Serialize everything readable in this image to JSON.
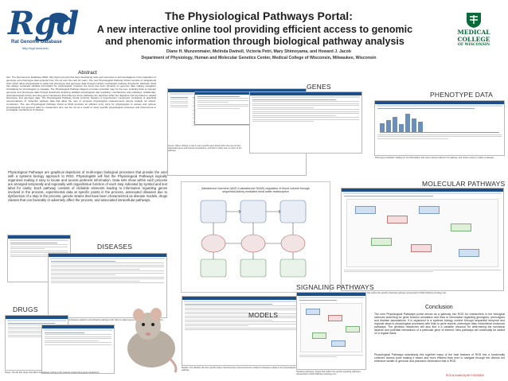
{
  "header": {
    "title": "The Physiological Pathways Portal:",
    "subtitle": "A new interactive online tool providing efficient access to genomic and phenomic information through biological pathway analysis",
    "authors": "Diane H. Munzenmaier, Melinda Dwinell, Victoria Petri, Mary Shimoyama, and Howard J. Jacob",
    "department": "Department of Physiology, Human and Molecular Genetics Center, Medical College of Wisconsin, Milwaukee, Wisconsin"
  },
  "left_logo": {
    "text": "Rgd",
    "tagline": "Rat Genome Database",
    "url": "http://rgd.mcw.edu"
  },
  "right_logo": {
    "line1": "MEDICAL",
    "line2": "COLLEGE",
    "line3": "OF WISCONSIN"
  },
  "abstract": {
    "heading": "Abstract",
    "body": "Aim: The Rat Genome Database (RGD, http://rgd.mcw.edu) has been developing tools and resources to aid investigators in the integration of genotype and phenotype data acquired from the rat over the past 20 years. The new Physiological Pathway Portal consists of navigational hubs which allow physiologists to easily link phenotype and genotype data through intuitive mechanistic pathway flowcharts. Methods: RGD has always contained valuable information for physiologists, however the focus has been primarily on genomic data making navigation intimidating for physiologists to navigate. The Physiological Pathway diagram provides a familiar map for the user, including links to relevant genotype and phenotype data through flowcharts depicting detailed physiological rate regulatory mechanisms and pathways. Additionally, pharmacological entries and drug-gene interactions that influence these pathways are depicted within the diagrams and are linked to related phenotype and genotype data. The Physiological Pathway Portal currently features a hypertension component consisting of graphical representations of molecular pathway data that allow the user to compare physiological measurements across multiple rat strains. Conclusion: The new Physiological Pathway Portal at RGD provides an efficient entry point for physiologists to access and retrieve physiological and genomic data for researchers who use the rat as a model to study specific physiological processes and phenomena to investigate mechanisms of disease."
  },
  "intro_text": "Physiological Pathways are graphical depictions of multi-organ biological processes that provide the user with a systems biology approach to RGD. Physiologists will find the Physiological Pathways logically organized making it easy to locate and access pertinent information. Data sets show within each process are arranged temporally and regionally with organ/tissue function of each step indicated by symbol and text label for clarity. Each pathway consists of clickable elements leading to information regarding genes involved in the process, experimental data at specific points in the process, associated diseases due to dysfunction of a step in the process, genetic strains that have been characterized as disease models, drugs classes that can favorably or adversely affect the process, and associated intracellular pathways.",
  "sections": {
    "genes": "GENES",
    "phenotype": "PHENOTYPE DATA",
    "molecular": "MOLECULAR PATHWAYS",
    "diseases": "DISEASES",
    "signaling": "SIGNALING PATHWAYS",
    "models": "MODELS",
    "drugs": "DRUGS",
    "conclusion": "Conclusion"
  },
  "center": {
    "diagram_title": "Aldosterone hormone (ANG II-aldosterone RAAS) regulation of blood volume through sequential kidney-mediated renal water reabsorption",
    "genes_caption": "Genes: When clicking on link in each specific gene listed within the pop-out box, associated gene and relevant annotations, and links to allow user to return to the pathway.",
    "pheno_caption": "Phenotype & Models: Clicking on the PhenoMiner link opens relevant data for the pathway, and strains used as models of disease.",
    "diseases_caption": "Diseases: The tab lists diseases related to physiological pathways with links to related genes in the disease ontology section.",
    "models_caption": "Models: The 'Models' tab lists specific strains that have been documented as models for diseases related to the physiological pathway.",
    "drugs_caption": "Drugs: The tab lists drugs that affect the pathway, linking to the relevant curated drug-gene interactions.",
    "molecular_caption": "Molecular Pathways: Pages that outline the specific molecular pathway represented in RGD Pathway Ontology tool.",
    "signaling_caption": "Signaling pathways: Pages that outline the specific signaling pathways represented in RGD Pathway Ontology tool."
  },
  "conclusion_text": {
    "p1": "The new Physiological Pathways portal serves as a gateway into RGD for researchers in the biological sciences searching for gene function annotation and links to information regarding genotypes, phenotypes and disease associations. It is organized in a systems biology context through sequential temporal and regional steps in physiological processes with links to gene reports, phenotype data, intracellular molecular pathways. The genetics researcher will also find it a valuable resource for determining the functional aspects and potential interactions of a particular gene of interest. New pathways will continually be added on a regular basis.",
    "p2": "Physiological Pathways seamlessly ties together many of the best features of RGD into a functionally coherent access point making it easier and more efficient than ever to navigate through the diverse but extensive wealth of genomic and phenomic information that is RGD."
  },
  "footer": {
    "funding": "RGD is funded by NIH HG004834"
  },
  "colors": {
    "rgd_blue": "#1c4f88",
    "mcw_green": "#0b6a3a",
    "highlight_red": "#c62828"
  }
}
